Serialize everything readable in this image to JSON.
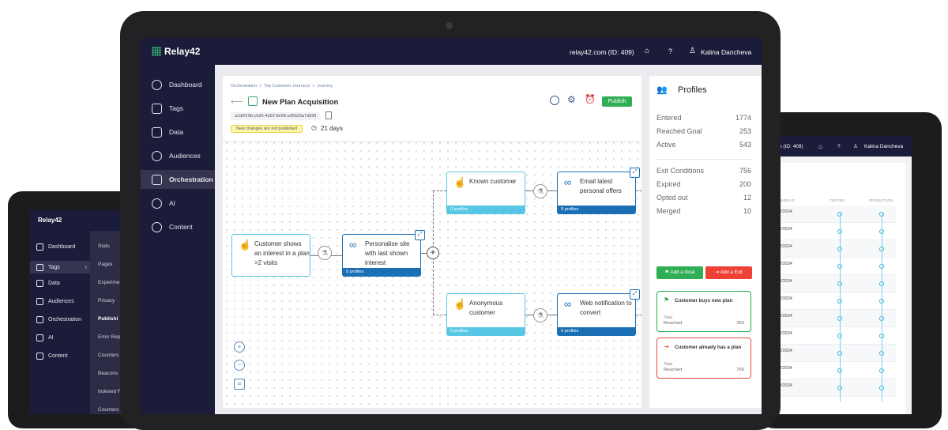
{
  "brand": "Relay42",
  "main": {
    "account": "relay42.com (ID: 409)",
    "help": "?",
    "user": "Kalina Dancheva",
    "nav": [
      {
        "label": "Dashboard"
      },
      {
        "label": "Tags"
      },
      {
        "label": "Data"
      },
      {
        "label": "Audiences"
      },
      {
        "label": "Orchestration"
      },
      {
        "label": "AI"
      },
      {
        "label": "Content"
      }
    ],
    "breadcrumb": [
      "Orchestration",
      "Top Customer Journeys",
      "Journey"
    ],
    "journey_title": "New Plan Acquisition",
    "journey_id": "a1d0f19b-cb26-4a52-8e68-a95b25a7d839",
    "unpublished_badge": "New changes are not published",
    "duration": "21 days",
    "publish_label": "Publish",
    "nodes": {
      "trigger": {
        "text": "Customer shows an interest in a plan >2 visits"
      },
      "personalise": {
        "text": "Personalise site with last shown interest",
        "count": "0 profiles"
      },
      "known": {
        "text": "Known customer",
        "count": "0 profiles"
      },
      "email": {
        "text": "Email latest personal offers",
        "count": "0 profiles"
      },
      "anonymous": {
        "text": "Anonymous customer",
        "count": "0 profiles"
      },
      "web": {
        "text": "Web notification to convert",
        "count": "0 profiles"
      }
    },
    "profiles": {
      "title": "Profiles",
      "stats": [
        {
          "label": "Entered",
          "value": "1774"
        },
        {
          "label": "Reached Goal",
          "value": "253"
        },
        {
          "label": "Active",
          "value": "543"
        }
      ],
      "exit_stats": [
        {
          "label": "Exit Conditions",
          "value": "756"
        },
        {
          "label": "Expired",
          "value": "200"
        },
        {
          "label": "Opted out",
          "value": "12"
        },
        {
          "label": "Merged",
          "value": "10"
        }
      ],
      "add_goal": "Add a Goal",
      "add_exit": "Add a Exit",
      "goal_card": {
        "title": "Customer buys new plan",
        "total_label": "Total",
        "reached_label": "Reached",
        "value": "253"
      },
      "exit_card": {
        "title": "Customer already has a plan",
        "total_label": "Total",
        "reached_label": "Reached",
        "value": "756"
      }
    },
    "colors": {
      "sidebar": "#1b1b3a",
      "accent": "#58c7e5",
      "node_blue": "#1b6fb5",
      "goal": "#27ae4a",
      "exit": "#e64a3b"
    }
  },
  "left_tablet": {
    "nav": [
      {
        "label": "Dashboard"
      },
      {
        "label": "Tags"
      },
      {
        "label": "Data"
      },
      {
        "label": "Audiences"
      },
      {
        "label": "Orchestration"
      },
      {
        "label": "AI"
      },
      {
        "label": "Content"
      }
    ],
    "sub": [
      "Stats",
      "Pages",
      "Experime",
      "Privacy",
      "Publishi",
      "Error Rep",
      "Counters",
      "Beacons",
      "Indexed F",
      "Counters"
    ]
  },
  "right_tablet": {
    "account": "n (ID: 409)",
    "help": "?",
    "user": "Kalina Dancheva",
    "col_published": "ISHED AT",
    "col_testing": "TESTING",
    "col_production": "PRODUCTION",
    "rows": [
      "2/2024",
      "2/2024",
      "2/2024",
      "2/2024",
      "2/2024",
      "2/2024",
      "2/2024",
      "2/2024",
      "2/2024",
      "2/2024",
      "2/2024"
    ]
  }
}
